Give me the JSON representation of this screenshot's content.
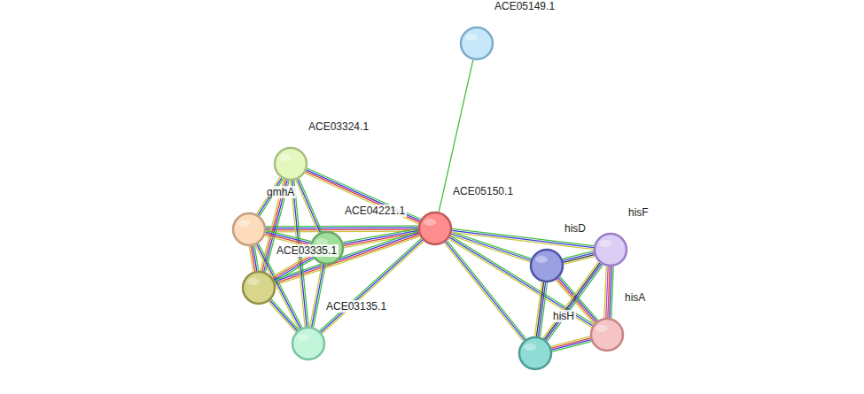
{
  "diagram": {
    "nodes": [
      {
        "text": [
          "ACE05149.1"
        ]
      },
      {
        "text": [
          "ACE03324.1"
        ]
      },
      {
        "text": [
          "gmhA"
        ]
      },
      {
        "text": [
          "ACE04221.1"
        ]
      },
      {
        "text": [
          "ACE05150.1"
        ]
      },
      {
        "text": [
          "hisD"
        ]
      },
      {
        "text": [
          "hisF"
        ]
      },
      {
        "text": [
          "ACE03335.1"
        ]
      },
      {
        "text": [
          "hisA"
        ]
      },
      {
        "text": [
          "ACE03135.1"
        ]
      },
      {
        "text": [
          "hisH"
        ]
      }
    ],
    "edges": [
      {
        "from": 0,
        "to": 4,
        "arrow": "none"
      },
      {
        "from": 1,
        "to": 4,
        "arrow": "none"
      },
      {
        "from": 2,
        "to": 4,
        "arrow": "none"
      },
      {
        "from": 3,
        "to": 4,
        "arrow": "none"
      },
      {
        "from": 7,
        "to": 4,
        "arrow": "none"
      },
      {
        "from": 9,
        "to": 4,
        "arrow": "none"
      },
      {
        "from": 4,
        "to": 5,
        "arrow": "none"
      },
      {
        "from": 4,
        "to": 6,
        "arrow": "none"
      },
      {
        "from": 4,
        "to": 8,
        "arrow": "none"
      },
      {
        "from": 4,
        "to": 10,
        "arrow": "none"
      },
      {
        "from": 1,
        "to": 2,
        "arrow": "none"
      },
      {
        "from": 1,
        "to": 3,
        "arrow": "none"
      },
      {
        "from": 1,
        "to": 7,
        "arrow": "none"
      },
      {
        "from": 1,
        "to": 9,
        "arrow": "none"
      },
      {
        "from": 2,
        "to": 3,
        "arrow": "none"
      },
      {
        "from": 2,
        "to": 7,
        "arrow": "none"
      },
      {
        "from": 2,
        "to": 9,
        "arrow": "none"
      },
      {
        "from": 3,
        "to": 7,
        "arrow": "none"
      },
      {
        "from": 3,
        "to": 9,
        "arrow": "none"
      },
      {
        "from": 7,
        "to": 9,
        "arrow": "none"
      },
      {
        "from": 5,
        "to": 6,
        "arrow": "none"
      },
      {
        "from": 5,
        "to": 8,
        "arrow": "none"
      },
      {
        "from": 5,
        "to": 10,
        "arrow": "none"
      },
      {
        "from": 6,
        "to": 8,
        "arrow": "none"
      },
      {
        "from": 6,
        "to": 10,
        "arrow": "none"
      },
      {
        "from": 8,
        "to": 10,
        "arrow": "none"
      }
    ]
  }
}
